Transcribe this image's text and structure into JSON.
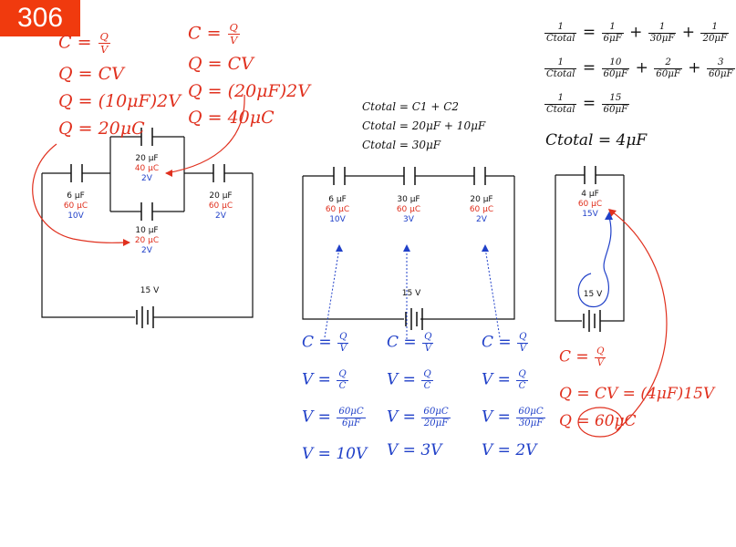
{
  "slide_number": "306",
  "colors": {
    "red": "#e0301e",
    "blue": "#2040c8",
    "black": "#111111",
    "badge": "#f03a0e"
  },
  "circuit1": {
    "c1": {
      "cap": "6 μF",
      "charge": "60 μC",
      "volt": "10V"
    },
    "c2": {
      "cap": "20 μF",
      "charge": "40 μC",
      "volt": "2V"
    },
    "c3": {
      "cap": "10 μF",
      "charge": "20 μC",
      "volt": "2V"
    },
    "c4": {
      "cap": "20 μF",
      "charge": "60 μC",
      "volt": "2V"
    },
    "battery": "15 V"
  },
  "circuit2": {
    "c1": {
      "cap": "6 μF",
      "charge": "60 μC",
      "volt": "10V"
    },
    "c2": {
      "cap": "30 μF",
      "charge": "60 μC",
      "volt": "3V"
    },
    "c3": {
      "cap": "20 μF",
      "charge": "60 μC",
      "volt": "2V"
    },
    "battery": "15 V"
  },
  "circuit3": {
    "c1": {
      "cap": "4 μF",
      "charge": "60 μC",
      "volt": "15V"
    },
    "battery": "15 V"
  },
  "notes_left": {
    "l1_lhs": "C =",
    "l1_num": "Q",
    "l1_den": "V",
    "l2": "Q = CV",
    "l3": "Q = (10μF)2V",
    "l4": "Q = 20μC"
  },
  "notes_mid": {
    "l1_lhs": "C =",
    "l1_num": "Q",
    "l1_den": "V",
    "l2": "Q = CV",
    "l3": "Q = (20μF)2V",
    "l4": "Q = 40μC"
  },
  "parallel_sum": {
    "l1": "Ctotal = C1 + C2",
    "l2": "Ctotal = 20μF + 10μF",
    "l3": "Ctotal = 30μF"
  },
  "series_sum": {
    "l1": {
      "lhs_num": "1",
      "lhs_den": "Ctotal",
      "t1n": "1",
      "t1d": "6μF",
      "t2n": "1",
      "t2d": "30μF",
      "t3n": "1",
      "t3d": "20μF"
    },
    "l2": {
      "lhs_num": "1",
      "lhs_den": "Ctotal",
      "t1n": "10",
      "t1d": "60μF",
      "t2n": "2",
      "t2d": "60μF",
      "t3n": "3",
      "t3d": "60μF"
    },
    "l3": {
      "lhs_num": "1",
      "lhs_den": "Ctotal",
      "t1n": "15",
      "t1d": "60μF"
    },
    "l4": "Ctotal = 4μF"
  },
  "blue_col1": {
    "v1_lhs": "V =",
    "num1": "Q",
    "den1": "C",
    "v2_lhs": "V =",
    "num2": "60μC",
    "den2": "6μF",
    "res": "V = 10V",
    "c_lhs": "C =",
    "cn": "Q",
    "cd": "V"
  },
  "blue_col2": {
    "v1_lhs": "V =",
    "num1": "Q",
    "den1": "C",
    "v2_lhs": "V =",
    "num2": "60μC",
    "den2": "20μF",
    "res": "V = 3V",
    "c_lhs": "C =",
    "cn": "Q",
    "cd": "V"
  },
  "blue_col3": {
    "v1_lhs": "V =",
    "num1": "Q",
    "den1": "C",
    "v2_lhs": "V =",
    "num2": "60μC",
    "den2": "30μF",
    "res": "V = 2V",
    "c_lhs": "C =",
    "cn": "Q",
    "cd": "V"
  },
  "notes_right": {
    "l1_lhs": "C =",
    "l1_num": "Q",
    "l1_den": "V",
    "l2": "Q = CV = (4μF)15V",
    "l3": "Q = 60μC"
  }
}
